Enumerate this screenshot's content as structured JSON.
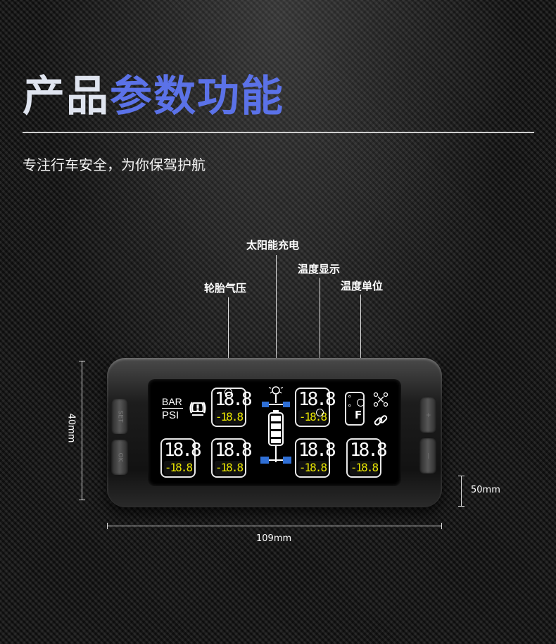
{
  "header": {
    "title_part1": "产品",
    "title_part2": "参数功能",
    "subtitle": "专注行车安全，为你保驾护航"
  },
  "callouts": {
    "solar": "太阳能充电",
    "temp_display": "温度显示",
    "tire_pressure": "轮胎气压",
    "temp_unit": "温度单位"
  },
  "screen": {
    "unit_bar": "BAR",
    "unit_psi": "PSI",
    "pressure_reading": "18.8",
    "temp_reading": "-18.8",
    "temp_unit": "F",
    "temp_deg_symbol": "°"
  },
  "buttons": {
    "set": "SET",
    "ok": "OK",
    "plus": "+",
    "minus": "—"
  },
  "dimensions": {
    "height": "40mm",
    "width": "109mm",
    "depth": "50mm"
  },
  "colors": {
    "title_light": "#dfe4ef",
    "title_accent": "#5b72e8",
    "reading_yellow": "#e8e400",
    "axle_blue": "#2f6fd6"
  }
}
